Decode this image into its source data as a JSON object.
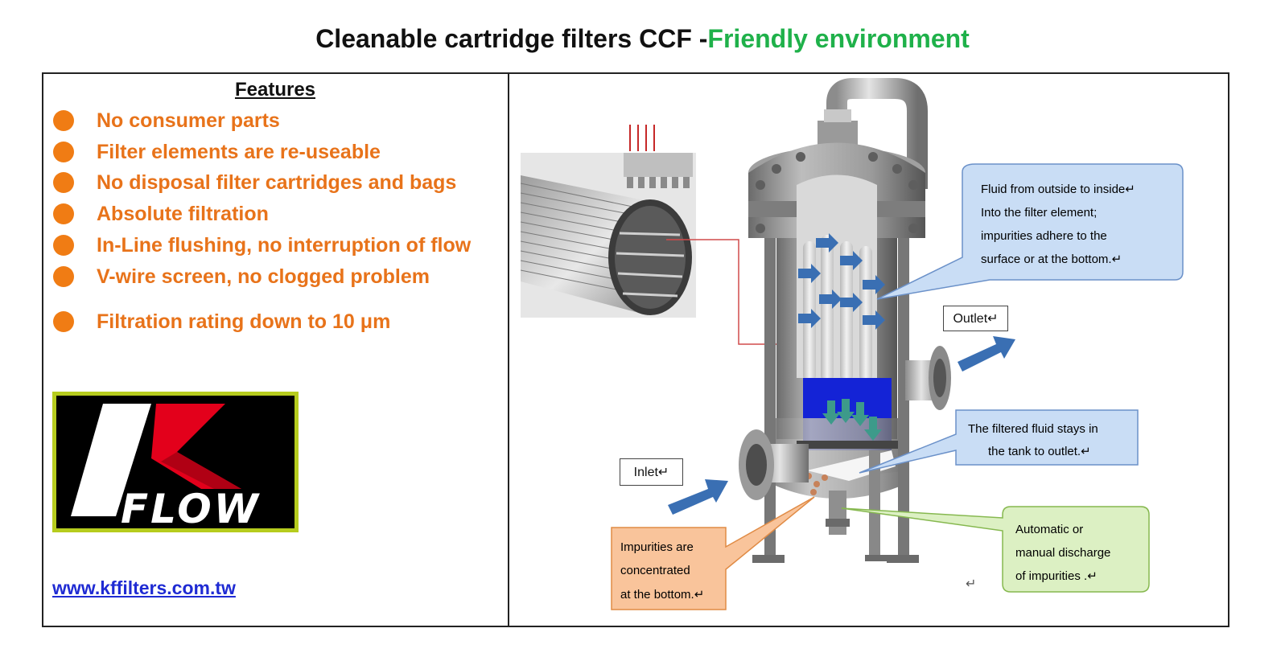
{
  "title": {
    "main": "Cleanable cartridge filters CCF -",
    "highlight": "Friendly environment"
  },
  "features": {
    "heading": "Features",
    "items": [
      "No consumer parts",
      "Filter elements are re-useable",
      "No disposal filter cartridges and bags",
      "Absolute filtration",
      "In-Line flushing, no interruption of flow",
      "V-wire screen, no clogged problem",
      "Filtration rating down to 10 μm"
    ]
  },
  "logo": {
    "text": "FLOW",
    "colors": {
      "border": "#b6cc1e",
      "k_red": "#e3001b",
      "k_white": "#ffffff",
      "background": "#000000"
    }
  },
  "website": "www.kffilters.com.tw",
  "diagram": {
    "callouts": {
      "fluid": [
        "Fluid from outside to inside↵",
        "Into the filter element;",
        "impurities adhere to the",
        "surface or at the bottom.↵"
      ],
      "filtered": [
        "The filtered fluid stays in",
        "the tank to outlet.↵"
      ],
      "impurities": [
        "Impurities are",
        "concentrated",
        "at the bottom.↵"
      ],
      "discharge": [
        "Automatic or",
        "manual discharge",
        "of impurities .↵"
      ]
    },
    "labels": {
      "outlet": "Outlet↵",
      "inlet": "Inlet↵"
    },
    "cursor": "↵"
  },
  "colors": {
    "title_green": "#1fb14a",
    "feature_orange": "#e8731a",
    "link_blue": "#1f2bd3",
    "arrow_blue": "#3a6fb3",
    "callout_blue": "#c9ddf5",
    "callout_orange": "#f9c49b",
    "callout_green": "#dcf0c3"
  }
}
